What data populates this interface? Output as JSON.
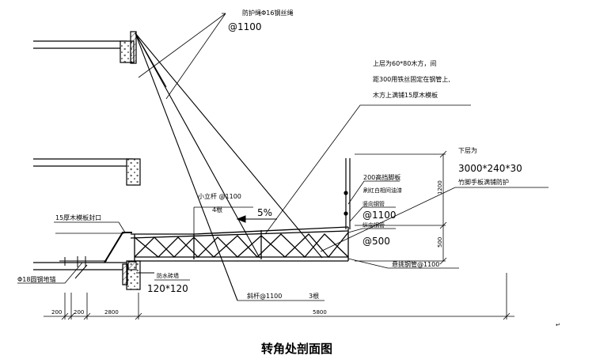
{
  "title": "转角处剖面图",
  "return_mark": "↵",
  "labels": {
    "guard_rope_line1": "防护绳Φ16钢丝绳",
    "guard_rope_line2": "@1100",
    "top_layer_line1": "上层为60*80木方，间",
    "top_layer_line2": "距300用铁丝固定在钢管上,",
    "top_layer_line3": "木方上满铺15厚木模板",
    "bottom_layer_line1": "下层为",
    "bottom_layer_line2": "3000*240*30",
    "bottom_layer_line3": "竹脚手板满铺防护",
    "plank_mesh_line1": "200高挡脚板",
    "plank_mesh_line2": "刷红白相间油漆",
    "vertical_pipe": "竖向钢管",
    "vertical_pipe_spacing": "@1100",
    "horizontal_pipe": "纵向钢管",
    "horizontal_pipe_spacing": "@500",
    "small_crossbar": "小立杆 @1100",
    "four_rods": "4根",
    "slope": "5%",
    "plank_seal": "15厚木模板封口",
    "anchor_bar": "Φ18圆钢地锚",
    "waterproof_line1": "防水砖墙",
    "waterproof_line2": "120*120",
    "diagonal_brace": "斜杆@1100",
    "three_rods": "3根",
    "cantilever_beam": "悬挑钢管@1100"
  },
  "dimensions": {
    "h1": "200",
    "h2": "200",
    "h3": "2800",
    "h4": "5800",
    "v1": "1200",
    "v2": "500"
  }
}
